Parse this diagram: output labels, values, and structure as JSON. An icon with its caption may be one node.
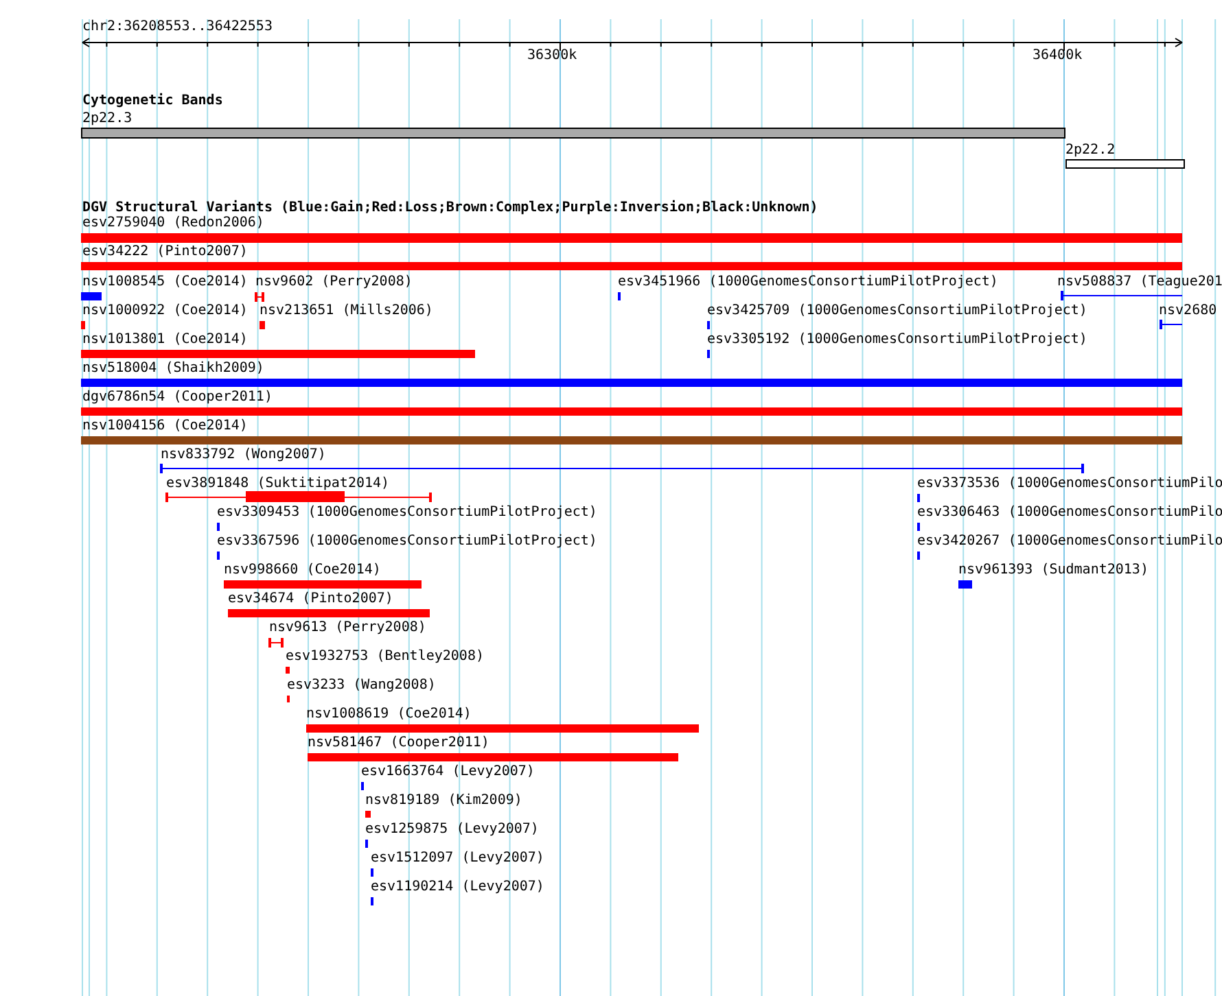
{
  "diagram": {
    "labels": [
      "chr2:36208553..36422553",
      "36300k",
      "36400k",
      "Cytogenetic Bands",
      "2p22.3",
      "2p22.2",
      "DGV Structural Variants (Blue:Gain;Red:Loss;Brown:Complex;Purple:Inversion;Black:Unknown)",
      "esv2759040 (Redon2006)",
      "esv34222 (Pinto2007)",
      "nsv1008545 (Coe2014)",
      "nsv9602 (Perry2008)",
      "esv3451966 (1000GenomesConsortiumPilotProject)",
      "nsv508837 (Teague201",
      "nsv1000922 (Coe2014)",
      "nsv213651 (Mills2006)",
      "esv3425709 (1000GenomesConsortiumPilotProject)",
      "nsv2680",
      "nsv1013801 (Coe2014)",
      "esv3305192 (1000GenomesConsortiumPilotProject)",
      "nsv518004 (Shaikh2009)",
      "dgv6786n54 (Cooper2011)",
      "nsv1004156 (Coe2014)",
      "nsv833792 (Wong2007)",
      "esv3891848 (Suktitipat2014)",
      "esv3373536 (1000GenomesConsortiumPilo",
      "esv3309453 (1000GenomesConsortiumPilotProject)",
      "esv3306463 (1000GenomesConsortiumPilo",
      "esv3367596 (1000GenomesConsortiumPilotProject)",
      "esv3420267 (1000GenomesConsortiumPilo",
      "nsv998660 (Coe2014)",
      "nsv961393 (Sudmant2013)",
      "esv34674 (Pinto2007)",
      "nsv9613 (Perry2008)",
      "esv1932753 (Bentley2008)",
      "esv3233 (Wang2008)",
      "nsv1008619 (Coe2014)",
      "nsv581467 (Cooper2011)",
      "esv1663764 (Levy2007)",
      "nsv819189 (Kim2009)",
      "esv1259875 (Levy2007)",
      "esv1512097 (Levy2007)",
      "esv1190214 (Levy2007)"
    ]
  }
}
